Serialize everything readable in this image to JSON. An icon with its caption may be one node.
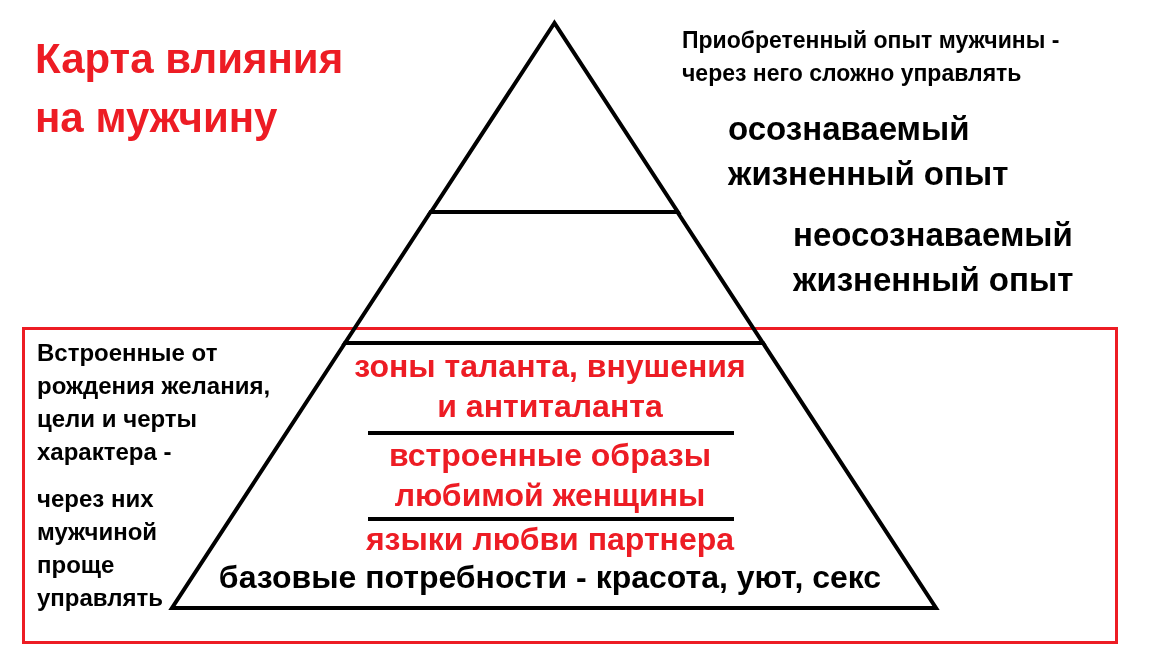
{
  "diagram": {
    "title": "Карта влияния на мужчину",
    "nodes": [
      {
        "text": [],
        "shape": "triangle"
      },
      {
        "text": [],
        "shape": "trapezoid"
      },
      {
        "text": [
          "Встроенные от рождения желания, цели и черты характера -",
          "через них мужчиной проще управлять"
        ]
      },
      {
        "text": [
          "зоны таланта, внушения и антиталанта",
          "встроенные образы любимой женщины",
          "языки любви партнера",
          "базовые потребности - красота, уют, секс"
        ],
        "in": 2
      }
    ],
    "labels": [
      "Приобретенный опыт мужчины - через него сложно управлять",
      "осознаваемый жизненный опыт",
      "неосознаваемый жизненный опыт"
    ]
  }
}
